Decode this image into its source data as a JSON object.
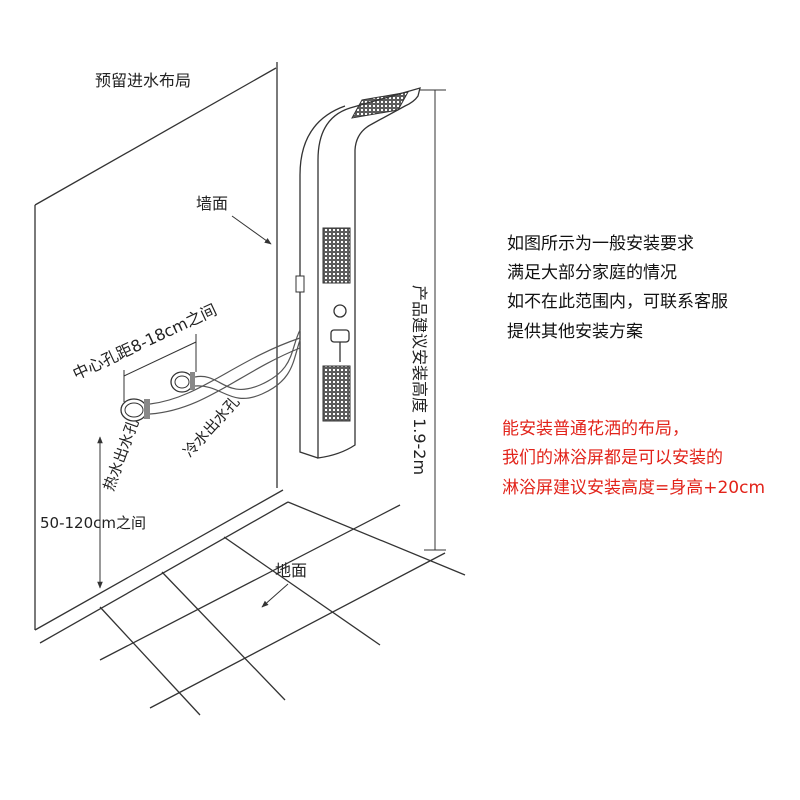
{
  "labels": {
    "reserved_inlet_layout": "预留进水布局",
    "wall": "墙面",
    "center_distance": "中心孔距8-18cm之间",
    "hot_outlet": "热水出水孔",
    "cold_outlet": "冷水出水孔",
    "outlet_height": "50-120cm之间",
    "floor": "地面",
    "install_height": "产品建议安装高度 1.9-2m"
  },
  "notes": [
    "如图所示为一般安装要求",
    "满足大部分家庭的情况",
    "如不在此范围内，可联系客服",
    "提供其他安装方案"
  ],
  "red_notes": [
    "能安装普通花洒的布局，",
    "我们的淋浴屏都是可以安装的",
    "淋浴屏建议安装高度=身高+20cm"
  ],
  "colors": {
    "line": "#333333",
    "red_text": "#e2231a",
    "pipe_stub": "#888888"
  }
}
